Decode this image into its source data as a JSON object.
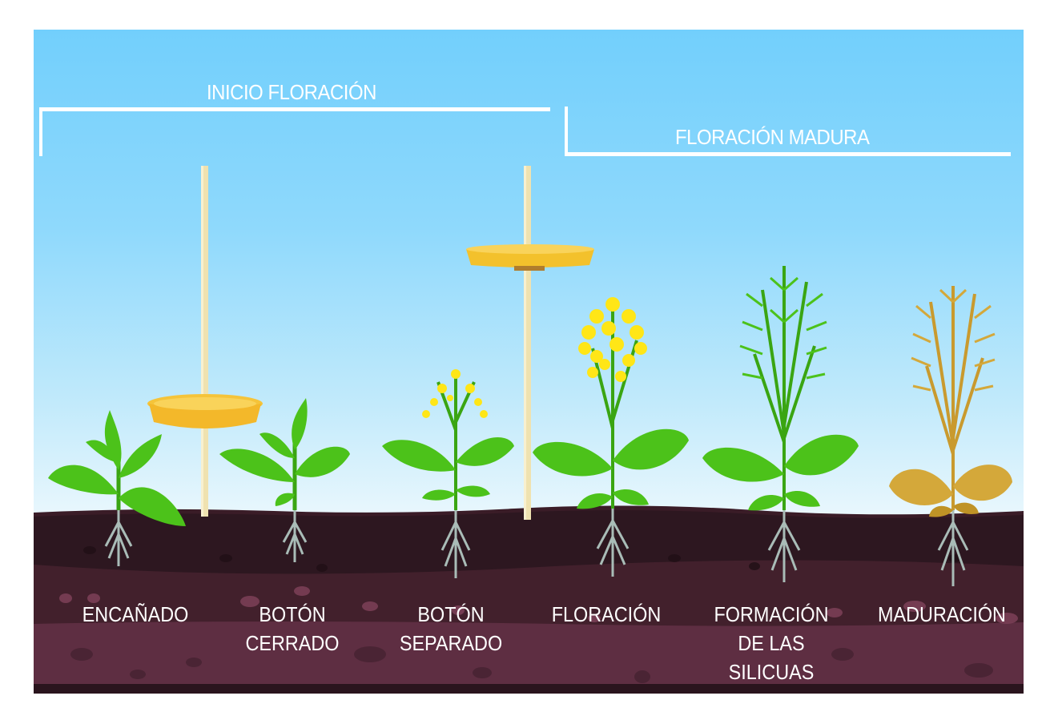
{
  "colors": {
    "sky_top": "#72cffc",
    "sky_bottom": "#ffffff",
    "soil_top": "#2d1720",
    "soil_mid": "#42202c",
    "soil_low": "#5e2e42",
    "soil_bottom": "#2a141d",
    "leaf_green": "#4cc21a",
    "leaf_dark": "#3aa512",
    "flower_yellow": "#ffe617",
    "mature_gold": "#d4a83a",
    "root_gray": "#a9bcb7",
    "trap_yellow": "#f5c43a",
    "stake": "#efe2b0"
  },
  "phases": [
    {
      "label": "INICIO FLORACIÓN"
    },
    {
      "label": "FLORACIÓN MADURA"
    }
  ],
  "stages": [
    {
      "lines": [
        "ENCAÑADO"
      ]
    },
    {
      "lines": [
        "BOTÓN",
        "CERRADO"
      ]
    },
    {
      "lines": [
        "BOTÓN",
        "SEPARADO"
      ]
    },
    {
      "lines": [
        "FLORACIÓN"
      ]
    },
    {
      "lines": [
        "FORMACIÓN",
        "DE LAS",
        "SILICUAS"
      ]
    },
    {
      "lines": [
        "MADURACIÓN"
      ]
    }
  ]
}
